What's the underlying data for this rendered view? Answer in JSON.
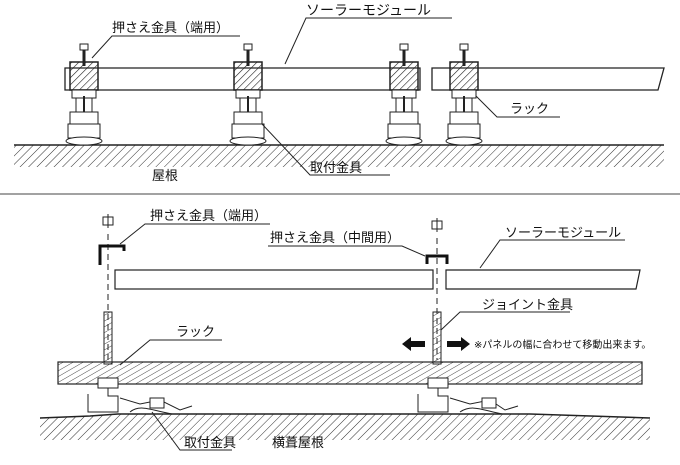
{
  "top": {
    "labels": {
      "end_clamp": "押さえ金具（端用）",
      "solar_module": "ソーラーモジュール",
      "rack": "ラック",
      "roof": "屋根",
      "mount": "取付金具"
    }
  },
  "bottom": {
    "labels": {
      "end_clamp": "押さえ金具（端用）",
      "mid_clamp": "押さえ金具（中間用）",
      "solar_module": "ソーラーモジュール",
      "joint": "ジョイント金具",
      "note": "※パネルの幅に合わせて移動出来ます。",
      "rack": "ラック",
      "mount": "取付金具",
      "roof": "横葺屋根"
    }
  }
}
